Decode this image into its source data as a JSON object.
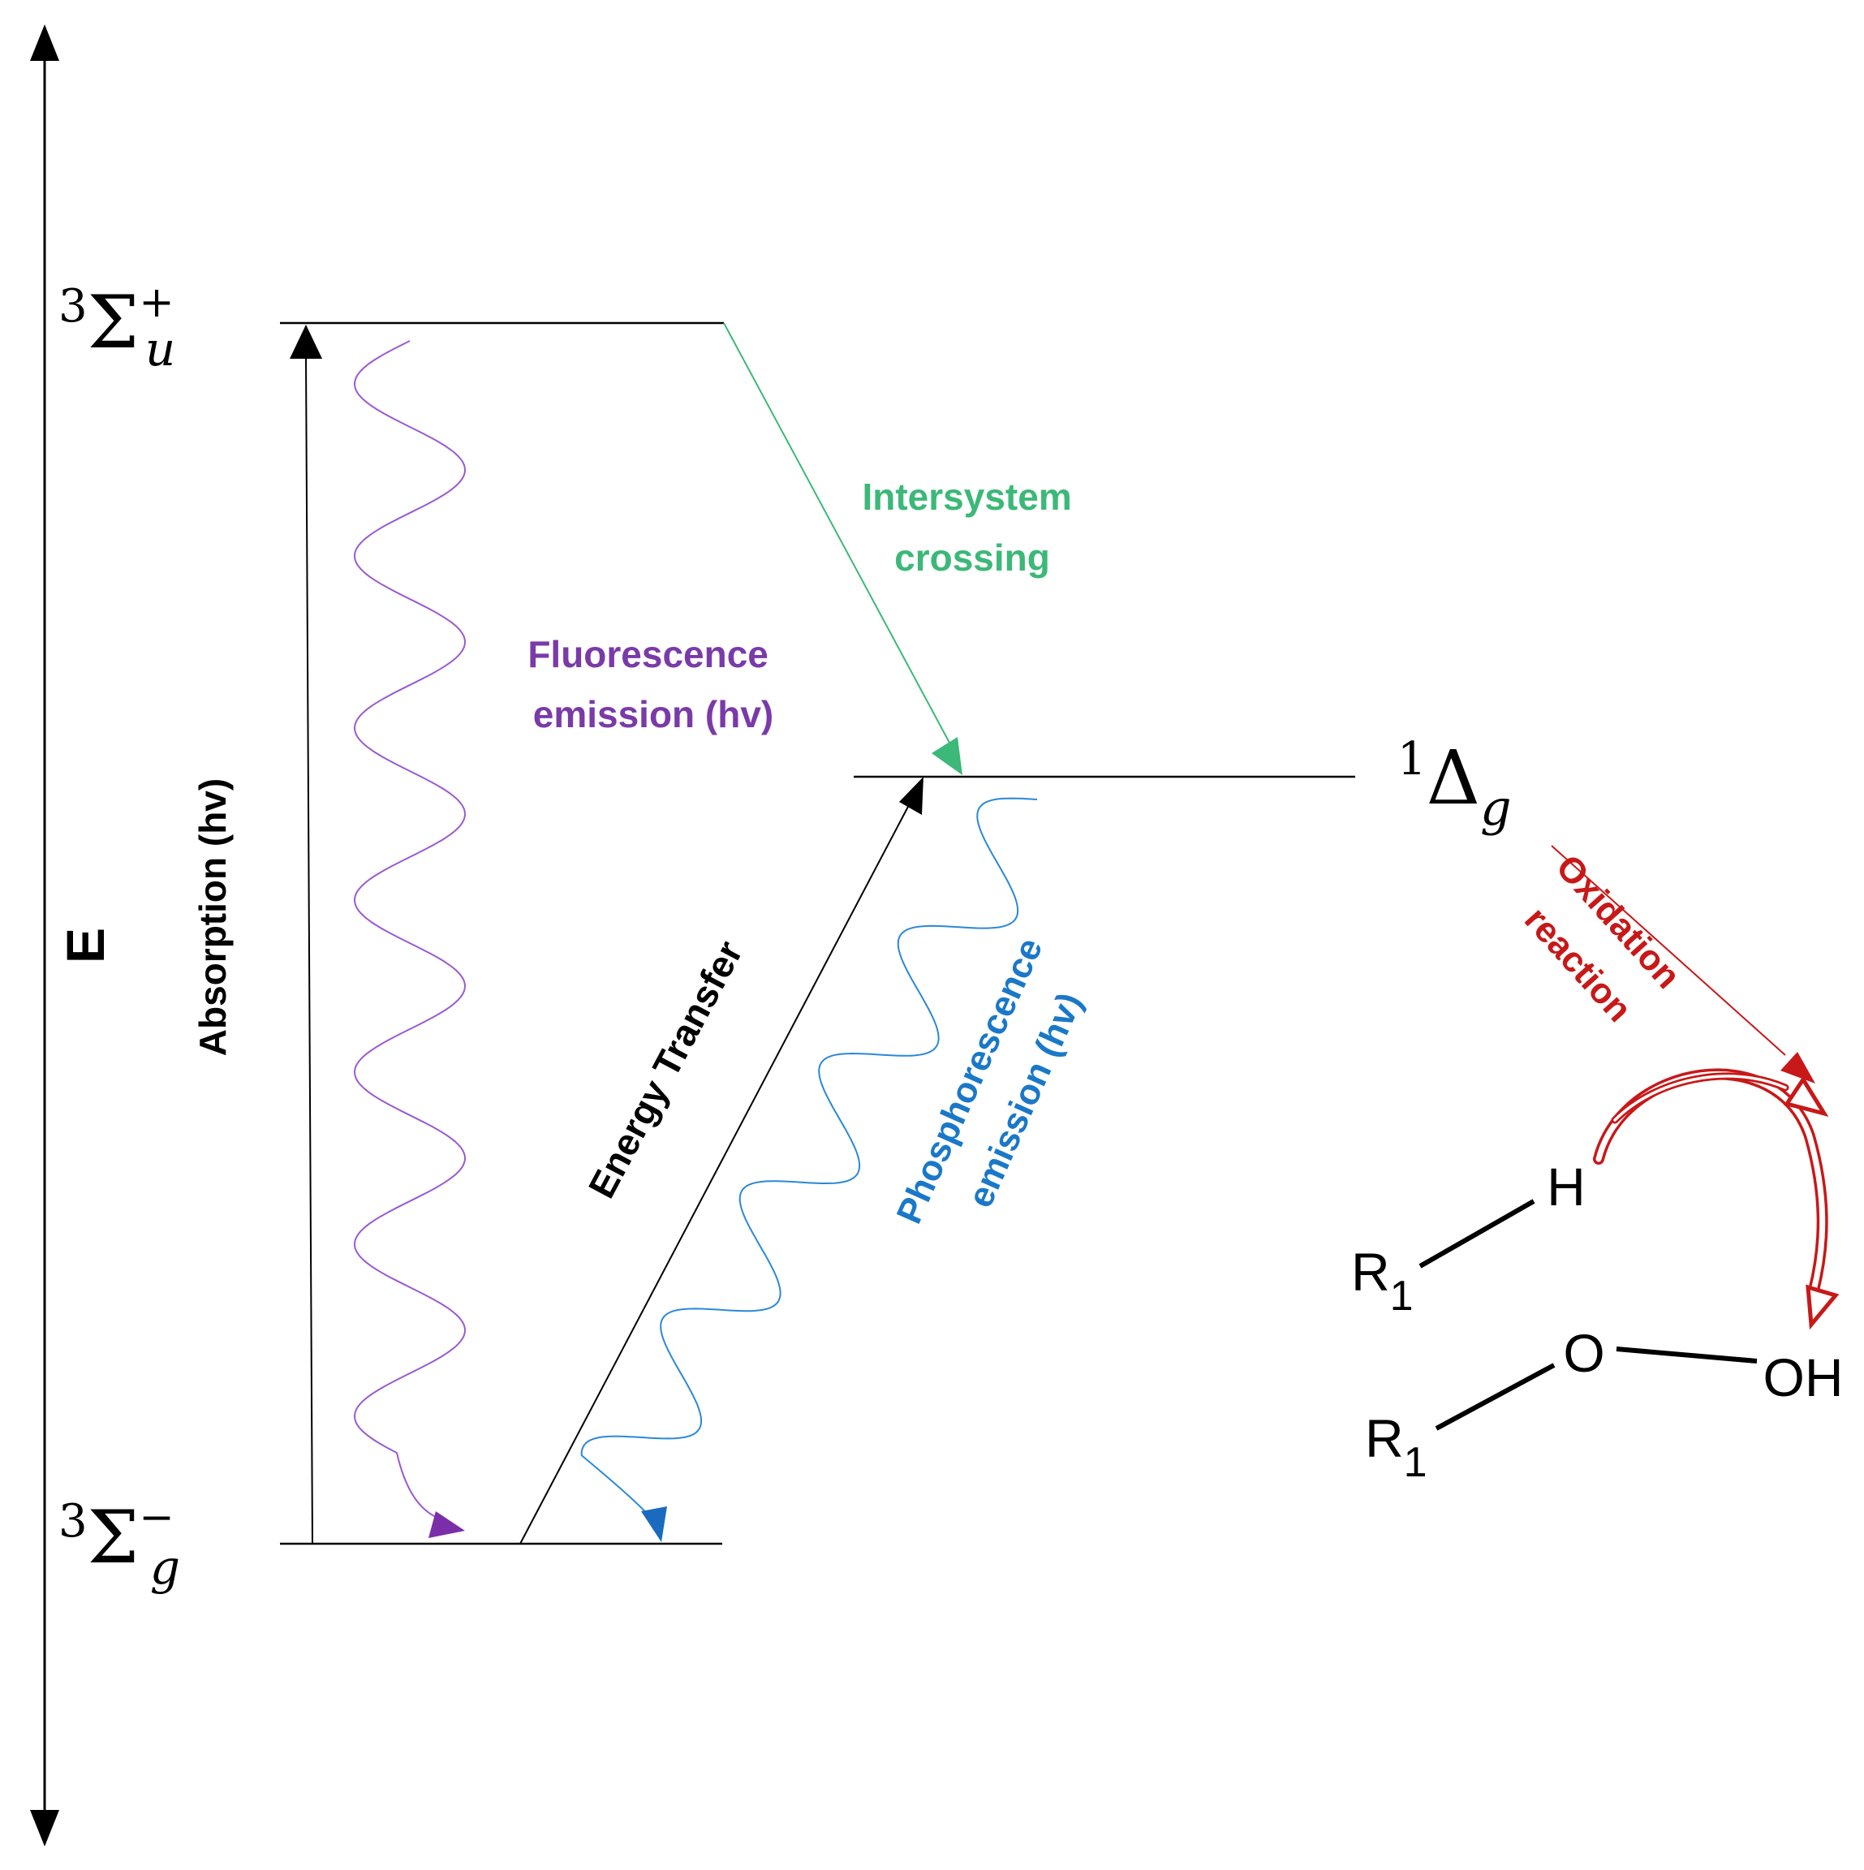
{
  "energy_axis": {
    "label": "E"
  },
  "levels": {
    "upper_triplet": {
      "main": "3",
      "sigma": "Σ",
      "sub": "u",
      "sup": "+"
    },
    "ground_triplet": {
      "main": "3",
      "sigma": "Σ",
      "sub": "g",
      "sup": "−"
    },
    "singlet_delta": {
      "main": "1",
      "delta": "Δ",
      "sub": "g"
    }
  },
  "labels": {
    "absorption": "Absorption (hv)",
    "fluorescence_line1": "Fluorescence",
    "fluorescence_line2": "emission (hv)",
    "intersystem_line1": "Intersystem",
    "intersystem_line2": "crossing",
    "energy_transfer": "Energy Transfer",
    "phosphorescence_line1": "Phosphorescence",
    "phosphorescence_line2": "emission (hv)",
    "oxidation_line1": "Oxidation",
    "oxidation_line2": "reaction"
  },
  "molecules": {
    "reactant": {
      "h": "H",
      "r": "R",
      "r_sub": "1"
    },
    "product": {
      "o": "O",
      "oh": "OH",
      "r": "R",
      "r_sub": "1"
    }
  },
  "colors": {
    "fluorescence": "#7a3aa8",
    "intersystem": "#3cb878",
    "phosphorescence": "#1a78c8",
    "oxidation": "#c81818",
    "black": "#000000"
  }
}
